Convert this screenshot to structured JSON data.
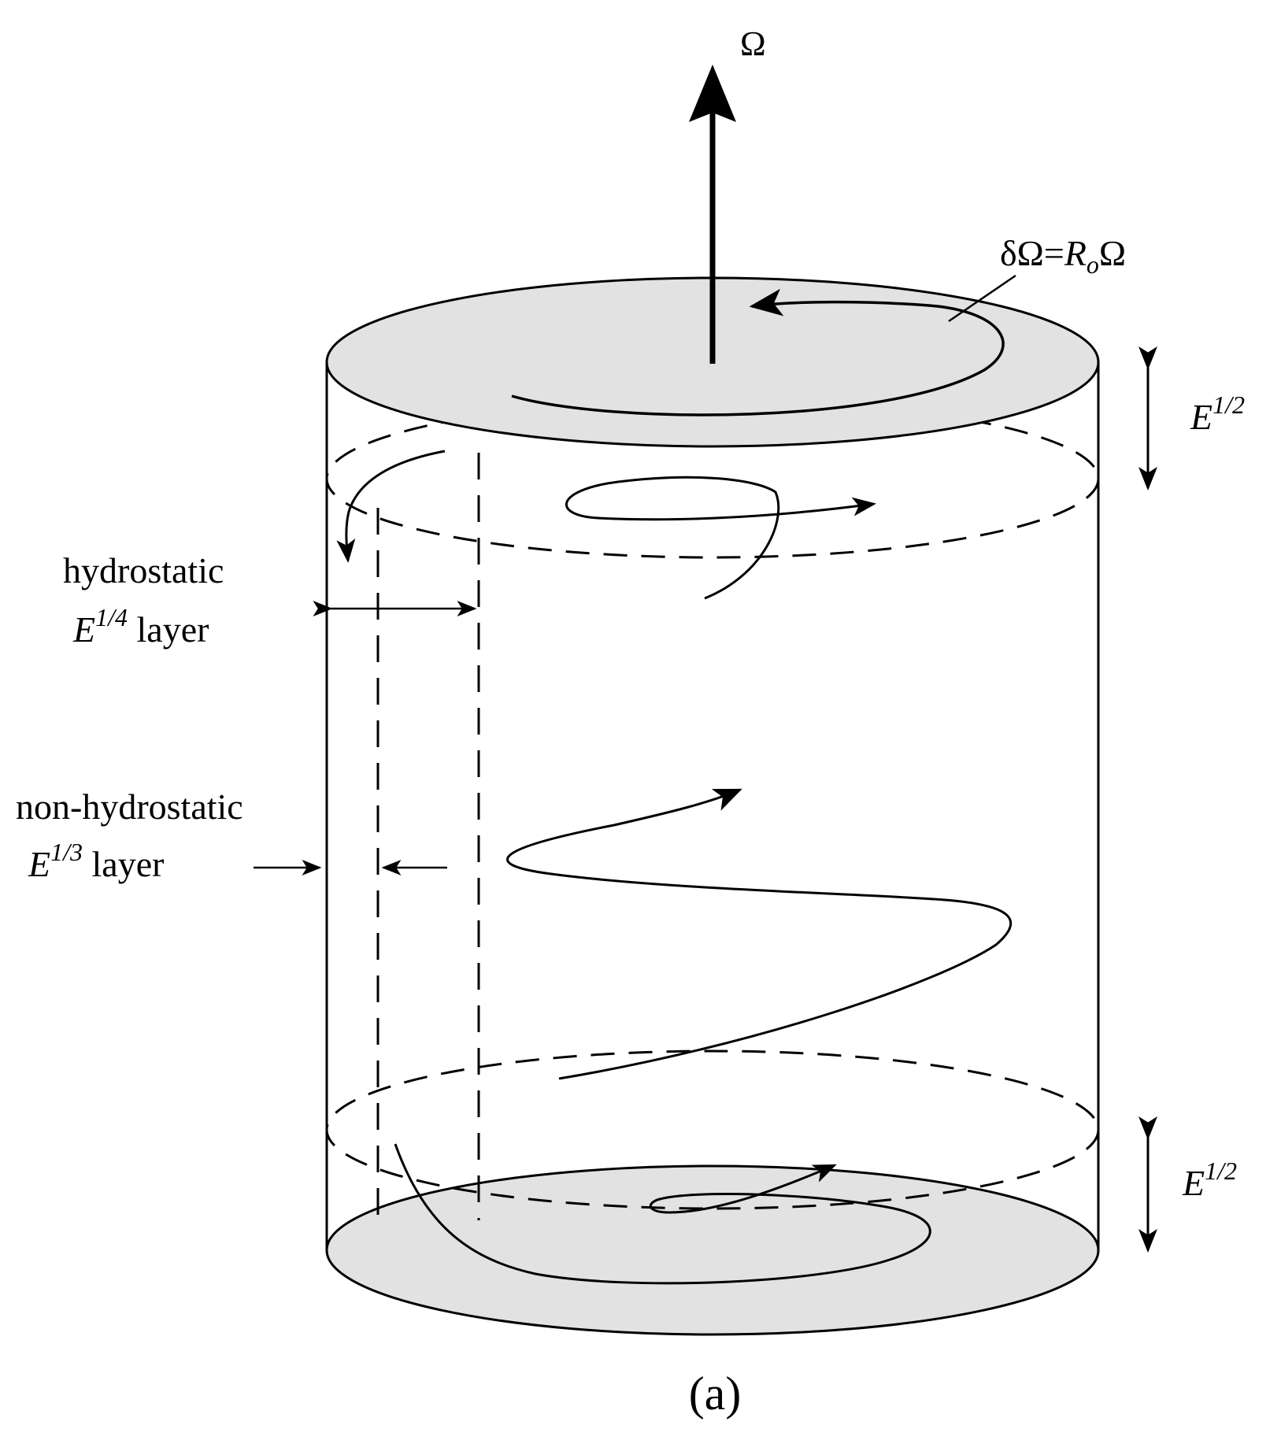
{
  "figure": {
    "rotation_symbol": "Ω",
    "differential_rotation": {
      "delta_omega": "δΩ=",
      "rossby": "R",
      "rossby_sub": "o",
      "omega": "Ω"
    },
    "top_layer": {
      "base": "E",
      "exponent": "1/2"
    },
    "bottom_layer": {
      "base": "E",
      "exponent": "1/2"
    },
    "hydrostatic": {
      "line1": "hydrostatic",
      "base": "E",
      "exponent": "1/4",
      "suffix": " layer"
    },
    "non_hydrostatic": {
      "line1": "non-hydrostatic",
      "base": "E",
      "exponent": "1/3",
      "suffix": " layer"
    },
    "panel_label": "(a)"
  }
}
